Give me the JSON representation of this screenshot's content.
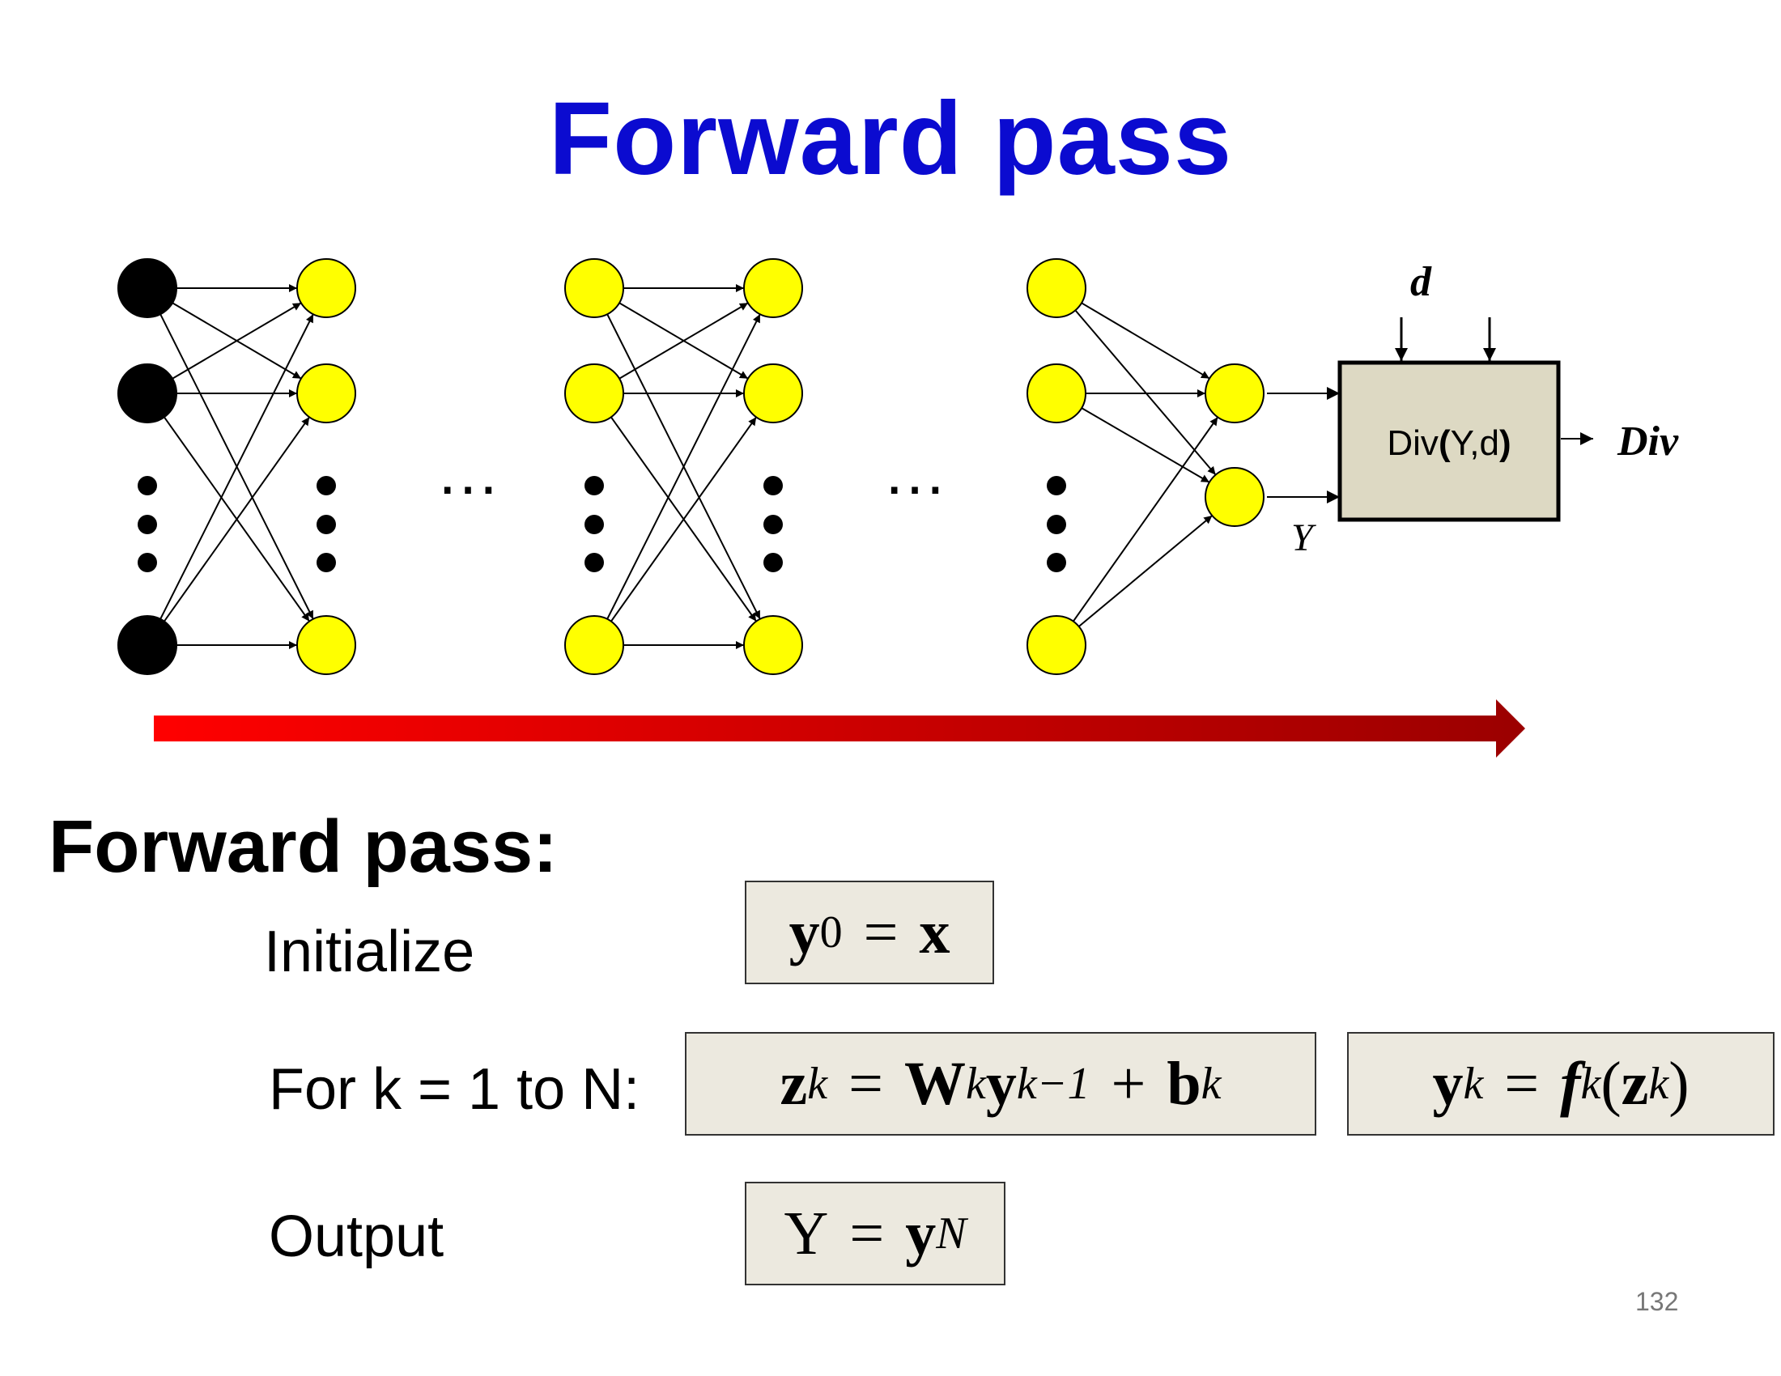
{
  "title": "Forward pass",
  "diagram": {
    "layer_ellipsis": "…",
    "div_box": {
      "label_prefix": "Div",
      "label_open": "(",
      "label_args": "Y,d",
      "label_close": ")"
    },
    "target_label": "d",
    "output_label": "Y",
    "div_output_label": "Div",
    "colors": {
      "input_node": "#000000",
      "hidden_node": "#ffff00",
      "box_fill": "#ddd9c3",
      "arrow_start": "#ff0000",
      "arrow_end": "#9b0000"
    }
  },
  "section": {
    "heading": "Forward pass:",
    "steps": [
      {
        "label": "Initialize",
        "eq": {
          "lhs": "y",
          "lhs_sub": "0",
          "op": "=",
          "rhs": "x"
        }
      },
      {
        "label": "For k = 1 to N:",
        "eq1": {
          "lhs": "z",
          "lhs_sub": "k",
          "op": "=",
          "w": "W",
          "w_sub": "k",
          "y": "y",
          "y_sub": "k−1",
          "plus": "+",
          "b": "b",
          "b_sub": "k"
        },
        "eq2": {
          "lhs": "y",
          "lhs_sub": "k",
          "op": "=",
          "f": "f",
          "f_sub": "k",
          "open": "(",
          "z": "z",
          "z_sub": "k",
          "close": ")"
        }
      },
      {
        "label": "Output",
        "eq": {
          "lhs": "Y",
          "op": "=",
          "rhs": "y",
          "rhs_sub": "N"
        }
      }
    ]
  },
  "page_number": "132"
}
